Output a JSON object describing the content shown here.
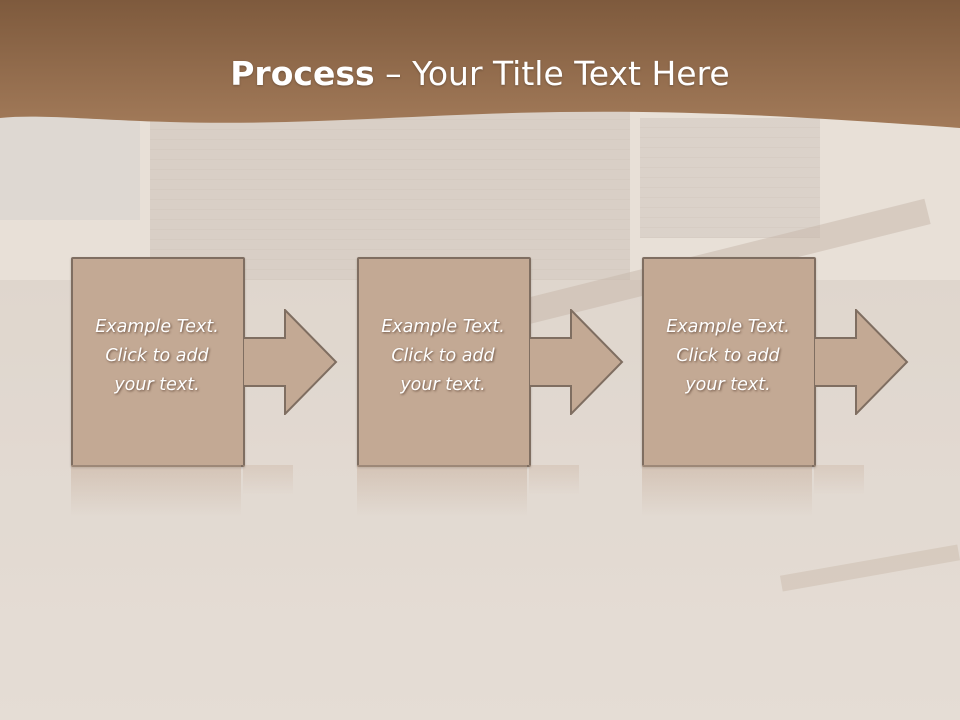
{
  "slide": {
    "title_bold": "Process",
    "title_rest": " – Your Title Text Here"
  },
  "steps": [
    {
      "text": "Example Text.\nClick  to add\nyour text."
    },
    {
      "text": "Example Text.\nClick  to add\nyour text."
    },
    {
      "text": "Example Text.\nClick  to add\nyour text."
    }
  ],
  "colors": {
    "header": "#8a6446",
    "box_fill": "#c3a994",
    "box_border": "#7f6e61",
    "text": "#ffffff"
  }
}
